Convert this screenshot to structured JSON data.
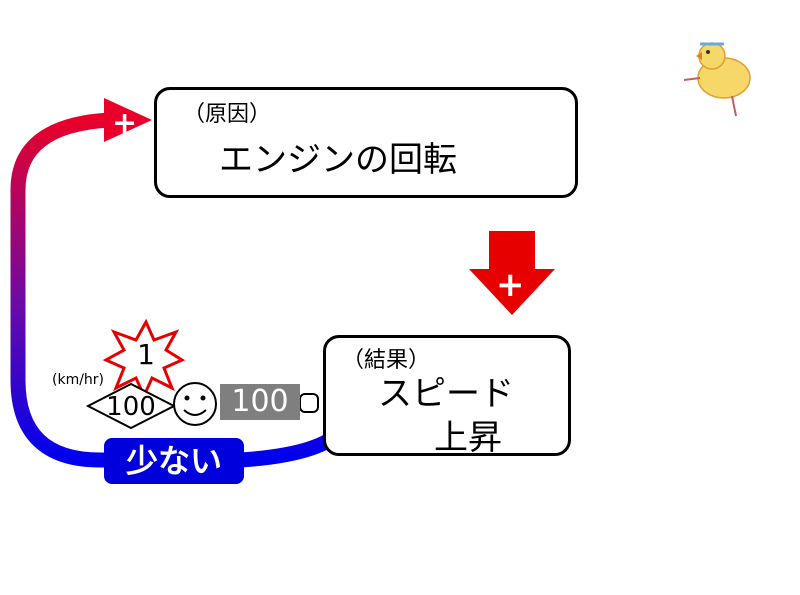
{
  "cause": {
    "label": "（原因）",
    "text": "エンジンの回転"
  },
  "result": {
    "label": "（結果）",
    "text_line1": "スピード",
    "text_line2": "上昇"
  },
  "feedback": {
    "signs": {
      "top_loop": "+",
      "down_arrow": "+"
    },
    "few_label": "少ない"
  },
  "gauges": {
    "unit": "(km/hr)",
    "speed_value": "100",
    "gas_value": "100",
    "burst_value": "1"
  },
  "colors": {
    "loop_top": "#e8002a",
    "loop_bottom": "#0000ee",
    "arrow_red": "#e60000",
    "badge_blue": "#0000dd"
  },
  "icons": [
    "smiley-icon",
    "duck-icon",
    "up-arrow-icon",
    "starburst-icon",
    "fuel-can-icon",
    "diamond-sign-icon"
  ]
}
